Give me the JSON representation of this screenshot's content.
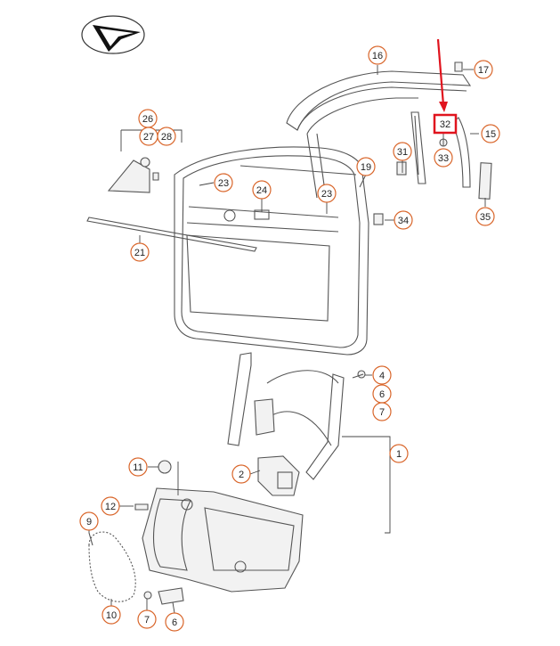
{
  "diagram": {
    "highlight_color": "#e0141e",
    "callout_color": "#d9662b",
    "logo_icon": "compass-arrow-logo",
    "callouts": [
      {
        "id": "c16",
        "label": "16"
      },
      {
        "id": "c17",
        "label": "17"
      },
      {
        "id": "c32",
        "label": "32",
        "highlighted": true
      },
      {
        "id": "c15",
        "label": "15"
      },
      {
        "id": "c26",
        "label": "26"
      },
      {
        "id": "c27",
        "label": "27"
      },
      {
        "id": "c28",
        "label": "28"
      },
      {
        "id": "c31",
        "label": "31"
      },
      {
        "id": "c33",
        "label": "33"
      },
      {
        "id": "c19",
        "label": "19"
      },
      {
        "id": "c23a",
        "label": "23"
      },
      {
        "id": "c24",
        "label": "24"
      },
      {
        "id": "c23b",
        "label": "23"
      },
      {
        "id": "c34",
        "label": "34"
      },
      {
        "id": "c35",
        "label": "35"
      },
      {
        "id": "c21",
        "label": "21"
      },
      {
        "id": "c4",
        "label": "4"
      },
      {
        "id": "c6a",
        "label": "6"
      },
      {
        "id": "c7a",
        "label": "7"
      },
      {
        "id": "c1",
        "label": "1"
      },
      {
        "id": "c11",
        "label": "11"
      },
      {
        "id": "c2",
        "label": "2"
      },
      {
        "id": "c12",
        "label": "12"
      },
      {
        "id": "c9",
        "label": "9"
      },
      {
        "id": "c10",
        "label": "10"
      },
      {
        "id": "c7b",
        "label": "7"
      },
      {
        "id": "c6b",
        "label": "6"
      }
    ]
  }
}
